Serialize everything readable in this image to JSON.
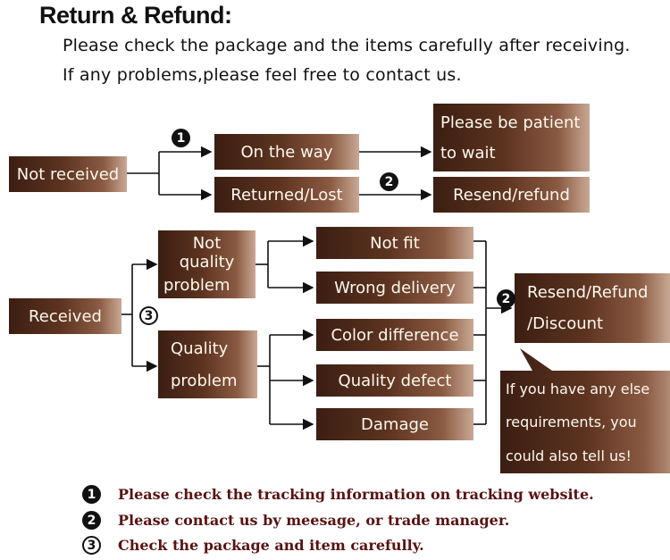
{
  "title": "Return & Refund:",
  "intro": [
    "Please check the package and the items carefully after receiving.",
    "If any problems,please feel free to contact us."
  ],
  "boxes": {
    "not_received": "Not received",
    "on_the_way": "On the way",
    "returned_lost": "Returned/Lost",
    "be_patient": [
      "Please be patient",
      "to wait"
    ],
    "resend_refund": "Resend/refund",
    "received": "Received",
    "not_quality": [
      "Not quality",
      "problem"
    ],
    "quality": [
      "Quality",
      "problem"
    ],
    "not_fit": "Not fit",
    "wrong_delivery": "Wrong delivery",
    "color_difference": "Color difference",
    "quality_defect": "Quality defect",
    "damage": "Damage",
    "resend_refund_discount": [
      "Resend/Refund",
      "/Discount"
    ],
    "callout": [
      "If you have any else",
      "requirements, you",
      "could also tell us!"
    ]
  },
  "badges": {
    "one": "1",
    "two": "2",
    "three": "3"
  },
  "notes": [
    {
      "num": "1",
      "text": "Please check the tracking information on tracking website."
    },
    {
      "num": "2",
      "text": "Please contact us by meesage, or trade manager."
    },
    {
      "num": "3",
      "text": "Check the package and item carefully."
    }
  ]
}
